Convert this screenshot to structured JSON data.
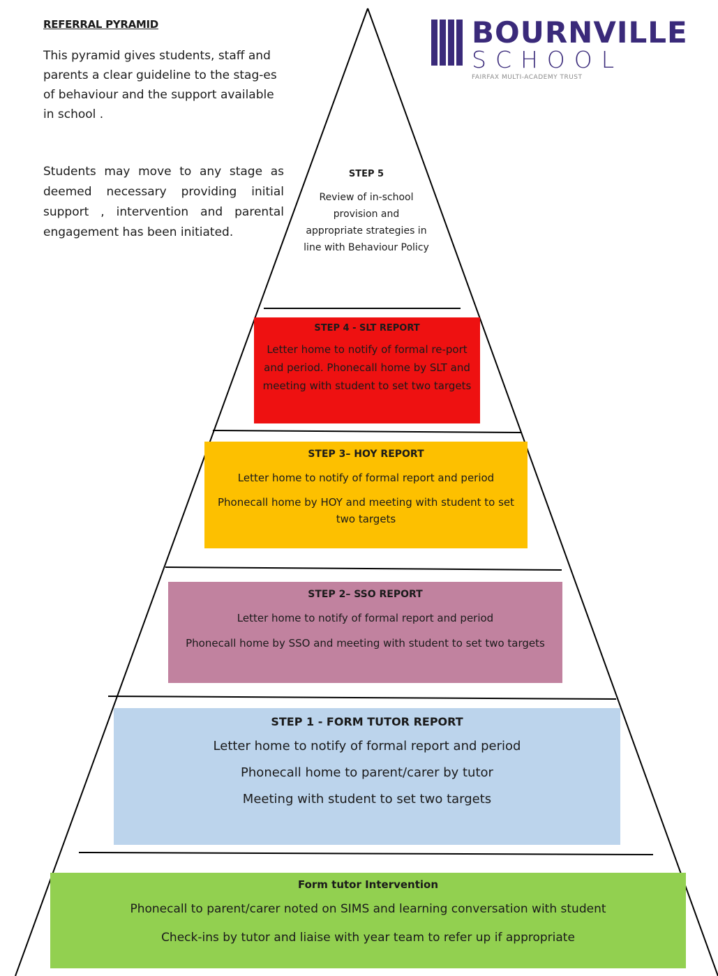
{
  "heading": "REFERRAL PYRAMID",
  "intro": "This pyramid gives students, staff and parents a clear guideline to the stag-es of    behaviour and the support available in school .",
  "intro2": "Students may move to any stage as deemed necessary providing initial support , intervention and  parental engagement has been initiated.",
  "logo": {
    "name": "BOURNVILLE",
    "school": "SCHOOL",
    "trust": "FAIRFAX MULTI-ACADEMY TRUST"
  },
  "step5": {
    "title": "STEP 5",
    "text": "Review of in-school provision and appropriate strategies  in line with Behaviour Policy"
  },
  "step4": {
    "title": "STEP 4 - SLT REPORT",
    "text": "Letter home to notify of formal re-port and period. Phonecall home by SLT and meeting with student to set two targets"
  },
  "step3": {
    "title": "STEP 3– HOY REPORT",
    "line1": "Letter home to notify of formal report and period",
    "line2": "Phonecall home by HOY and meeting with student to set two targets"
  },
  "step2": {
    "title": "STEP 2– SSO REPORT",
    "line1": "Letter home to notify of formal report and period",
    "line2": "Phonecall home by SSO and meeting with student to set two targets"
  },
  "step1": {
    "title": "STEP 1 - FORM TUTOR REPORT",
    "line1": "Letter home to notify of formal report and period",
    "line2": "Phonecall home to parent/carer by tutor",
    "line3": "Meeting with student to set two targets"
  },
  "base": {
    "title": "Form tutor Intervention",
    "line1": "Phonecall to parent/carer noted on SIMS and learning conversation with student",
    "line2": "Check-ins by tutor and liaise with year team to refer up if appropriate"
  },
  "colors": {
    "step4": "#ee1111",
    "step3": "#fdc000",
    "step2": "#c1829f",
    "step1": "#bcd4ec",
    "base": "#92d050",
    "logo": "#3a2a7a"
  }
}
